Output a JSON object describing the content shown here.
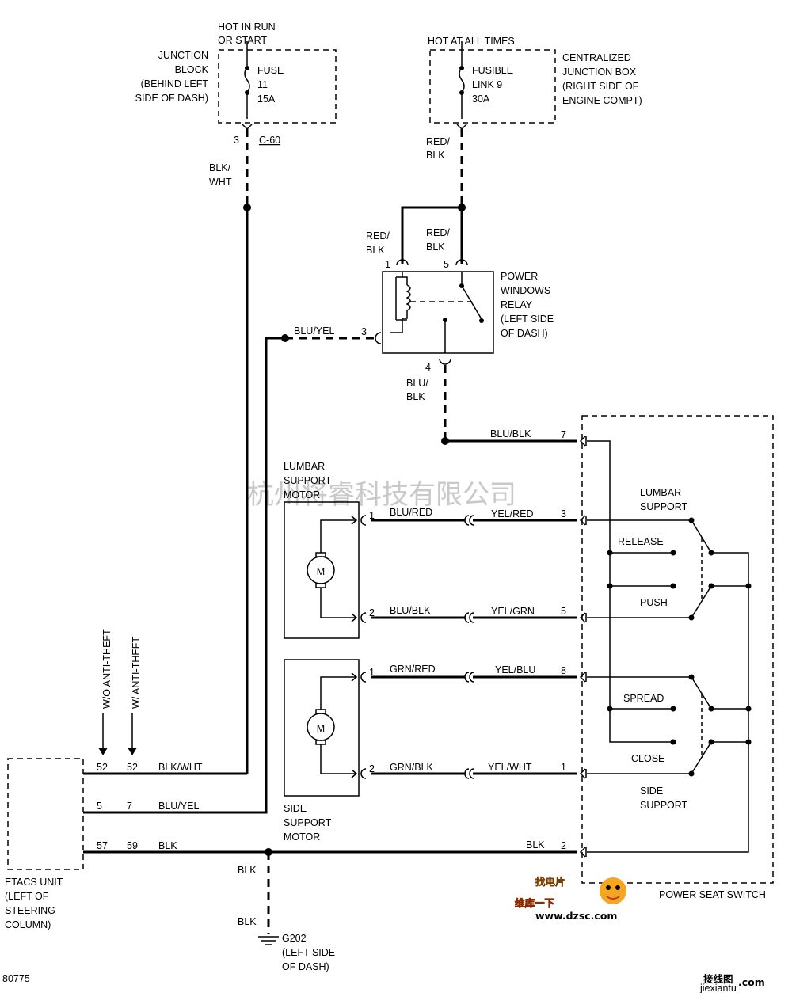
{
  "fuse_block": {
    "power_label": [
      "HOT IN RUN",
      "OR START"
    ],
    "location": [
      "JUNCTION",
      "BLOCK",
      "(BEHIND LEFT",
      "SIDE OF DASH)"
    ],
    "fuse": [
      "FUSE",
      "11",
      "15A"
    ],
    "pin": "3",
    "connector": "C-60"
  },
  "fusible_link_box": {
    "power_label": "HOT AT ALL TIMES",
    "fuse": [
      "FUSIBLE",
      "LINK 9",
      "30A"
    ],
    "location": [
      "CENTRALIZED",
      "JUNCTION BOX",
      "(RIGHT SIDE OF",
      "ENGINE COMPT)"
    ]
  },
  "relay": {
    "name": [
      "POWER",
      "WINDOWS",
      "RELAY",
      "(LEFT SIDE",
      "OF DASH)"
    ],
    "pins": {
      "p1": "1",
      "p5": "5",
      "p3": "3",
      "p4": "4"
    }
  },
  "lumbar_motor": {
    "label": [
      "LUMBAR",
      "SUPPORT",
      "MOTOR"
    ],
    "pin_top": "1",
    "pin_bottom": "2",
    "symbol": "M"
  },
  "side_motor": {
    "label": [
      "SIDE",
      "SUPPORT",
      "MOTOR"
    ],
    "pin_top": "1",
    "pin_bottom": "2",
    "symbol": "M"
  },
  "seat_switch": {
    "name": "POWER SEAT SWITCH",
    "lumbar_label": [
      "LUMBAR",
      "SUPPORT"
    ],
    "side_label": [
      "SIDE",
      "SUPPORT"
    ],
    "positions": {
      "release": "RELEASE",
      "push": "PUSH",
      "spread": "SPREAD",
      "close": "CLOSE"
    },
    "pins": {
      "p7": "7",
      "p3": "3",
      "p5": "5",
      "p8": "8",
      "p1": "1",
      "p2": "2"
    }
  },
  "etacs": {
    "label": [
      "ETACS UNIT",
      "(LEFT OF",
      "STEERING",
      "COLUMN)"
    ],
    "variant_wo": "W/O ANTI-THEFT",
    "variant_w": "W/ ANTI-THEFT",
    "pins": [
      [
        "52",
        "52"
      ],
      [
        "5",
        "7"
      ],
      [
        "57",
        "59"
      ]
    ]
  },
  "ground": {
    "label": [
      "G202",
      "(LEFT SIDE",
      "OF DASH)"
    ]
  },
  "wires": {
    "blk_wht": [
      "BLK/",
      "WHT"
    ],
    "red_blk": [
      "RED/",
      "BLK"
    ],
    "red_blk_1": [
      "RED/",
      "BLK"
    ],
    "red_blk_5": [
      "RED/",
      "BLK"
    ],
    "blu_yel_relay": "BLU/YEL",
    "blu_blk_v": [
      "BLU/",
      "BLK"
    ],
    "blu_blk_h": "BLU/BLK",
    "blu_red": "BLU/RED",
    "yel_red": "YEL/RED",
    "blu_blk_motor": "BLU/BLK",
    "yel_grn": "YEL/GRN",
    "grn_red": "GRN/RED",
    "yel_blu": "YEL/BLU",
    "grn_blk": "GRN/BLK",
    "yel_wht": "YEL/WHT",
    "etacs_blk_wht": "BLK/WHT",
    "etacs_blu_yel": "BLU/YEL",
    "etacs_blk": "BLK",
    "switch_blk": "BLK",
    "ground_blk_1": "BLK",
    "ground_blk_2": "BLK"
  },
  "figure_id": "80775",
  "watermark": "杭州将睿科技有限公司",
  "logo_top": "找电片",
  "logo_main": "维库一下",
  "logo_url": "www.dzsc.com",
  "corner_brand": "接线图",
  "corner_com": ".com",
  "corner_site": "jiexiantu"
}
